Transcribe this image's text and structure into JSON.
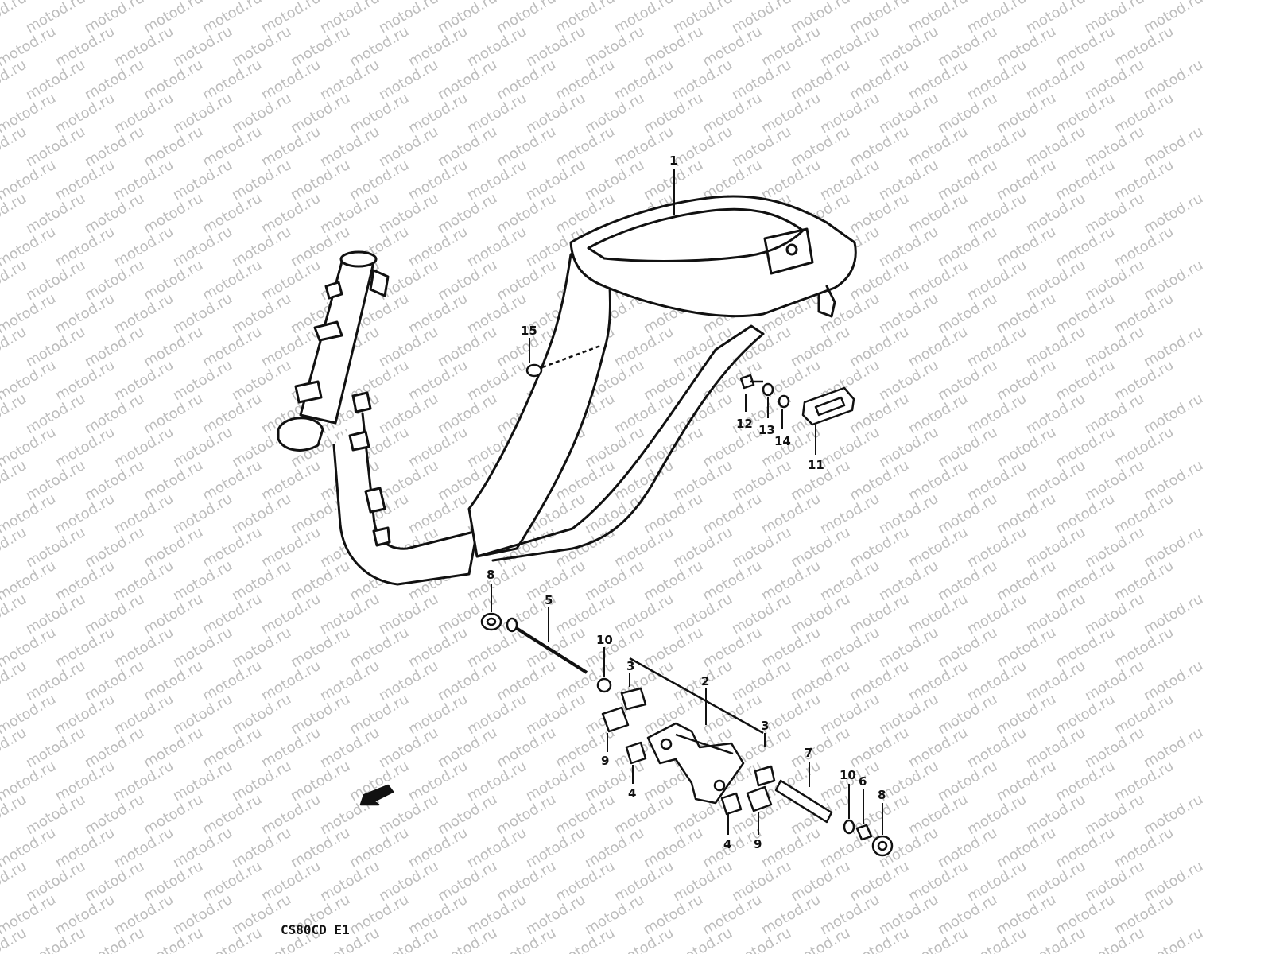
{
  "watermark": {
    "text": "motod.ru",
    "color": "#bdbdbd"
  },
  "drawing_code": "CS80CD E1",
  "line_color": "#111111",
  "callouts": [
    {
      "id": "c1",
      "label": "1"
    },
    {
      "id": "c2",
      "label": "2"
    },
    {
      "id": "c3a",
      "label": "3"
    },
    {
      "id": "c3b",
      "label": "3"
    },
    {
      "id": "c4a",
      "label": "4"
    },
    {
      "id": "c4b",
      "label": "4"
    },
    {
      "id": "c5",
      "label": "5"
    },
    {
      "id": "c6",
      "label": "6"
    },
    {
      "id": "c7",
      "label": "7"
    },
    {
      "id": "c8a",
      "label": "8"
    },
    {
      "id": "c8b",
      "label": "8"
    },
    {
      "id": "c9a",
      "label": "9"
    },
    {
      "id": "c9b",
      "label": "9"
    },
    {
      "id": "c10a",
      "label": "10"
    },
    {
      "id": "c10b",
      "label": "10"
    },
    {
      "id": "c11",
      "label": "11"
    },
    {
      "id": "c12",
      "label": "12"
    },
    {
      "id": "c13",
      "label": "13"
    },
    {
      "id": "c14",
      "label": "14"
    },
    {
      "id": "c15",
      "label": "15"
    }
  ]
}
